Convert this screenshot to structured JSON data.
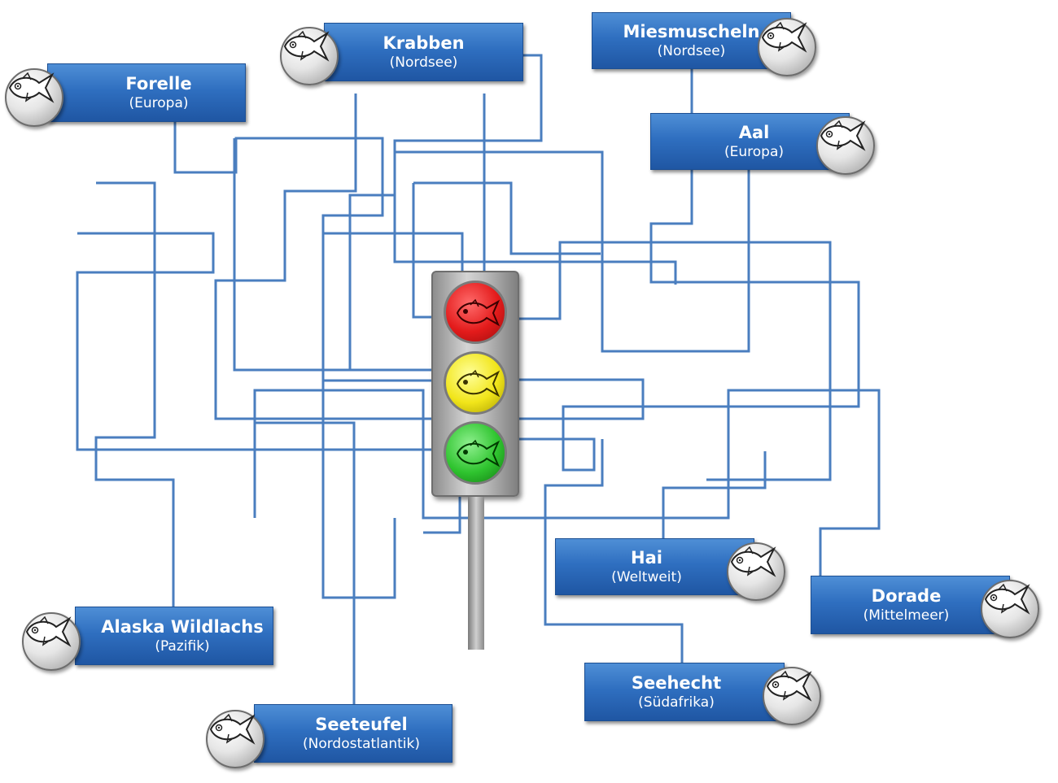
{
  "fish": [
    {
      "id": "krabben",
      "name": "Krabben",
      "region": "(Nordsee)"
    },
    {
      "id": "miesmuscheln",
      "name": "Miesmuscheln",
      "region": "(Nordsee)"
    },
    {
      "id": "forelle",
      "name": "Forelle",
      "region": "(Europa)"
    },
    {
      "id": "aal",
      "name": "Aal",
      "region": "(Europa)"
    },
    {
      "id": "hai",
      "name": "Hai",
      "region": "(Weltweit)"
    },
    {
      "id": "dorade",
      "name": "Dorade",
      "region": "(Mittelmeer)"
    },
    {
      "id": "alaska-wildlachs",
      "name": "Alaska Wildlachs",
      "region": "(Pazifik)"
    },
    {
      "id": "seehecht",
      "name": "Seehecht",
      "region": "(Südafrika)"
    },
    {
      "id": "seeteufel",
      "name": "Seeteufel",
      "region": "(Nordostatlantik)"
    }
  ],
  "traffic_light": {
    "lights": [
      {
        "color": "red",
        "hex": "#e31b1b"
      },
      {
        "color": "yellow",
        "hex": "#f1e51a"
      },
      {
        "color": "green",
        "hex": "#2fc42f"
      }
    ]
  },
  "colors": {
    "line": "#4a7ebf",
    "label": "#2f6fc0"
  }
}
